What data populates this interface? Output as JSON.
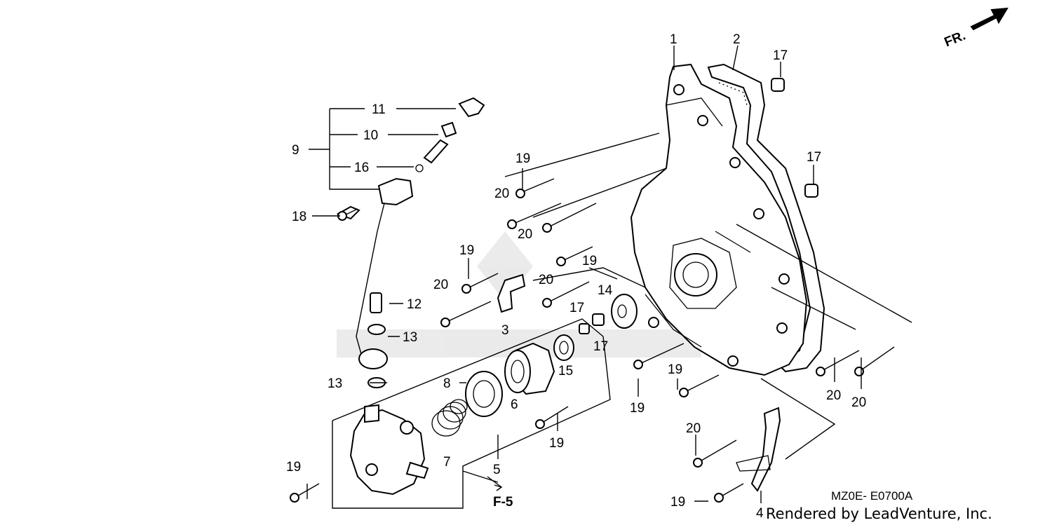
{
  "diagram": {
    "ref_code": "MZ0E- E0700A",
    "credit": "Rendered by LeadVenture, Inc.",
    "direction_label": "FR.",
    "section_ref": "F-5",
    "callouts": {
      "c1": "1",
      "c2": "2",
      "c3": "3",
      "c4": "4",
      "c5": "5",
      "c6": "6",
      "c7": "7",
      "c8": "8",
      "c9": "9",
      "c10": "10",
      "c11": "11",
      "c12": "12",
      "c13a": "13",
      "c13b": "13",
      "c14": "14",
      "c15": "15",
      "c16": "16",
      "c17a": "17",
      "c17b": "17",
      "c17c": "17",
      "c17d": "17",
      "c18": "18",
      "c19a": "19",
      "c19b": "19",
      "c19c": "19",
      "c19d": "19",
      "c19e": "19",
      "c19f": "19",
      "c19g": "19",
      "c19h": "19",
      "c20a": "20",
      "c20b": "20",
      "c20c": "20",
      "c20d": "20",
      "c20e": "20",
      "c20f": "20",
      "c20g": "20"
    }
  }
}
